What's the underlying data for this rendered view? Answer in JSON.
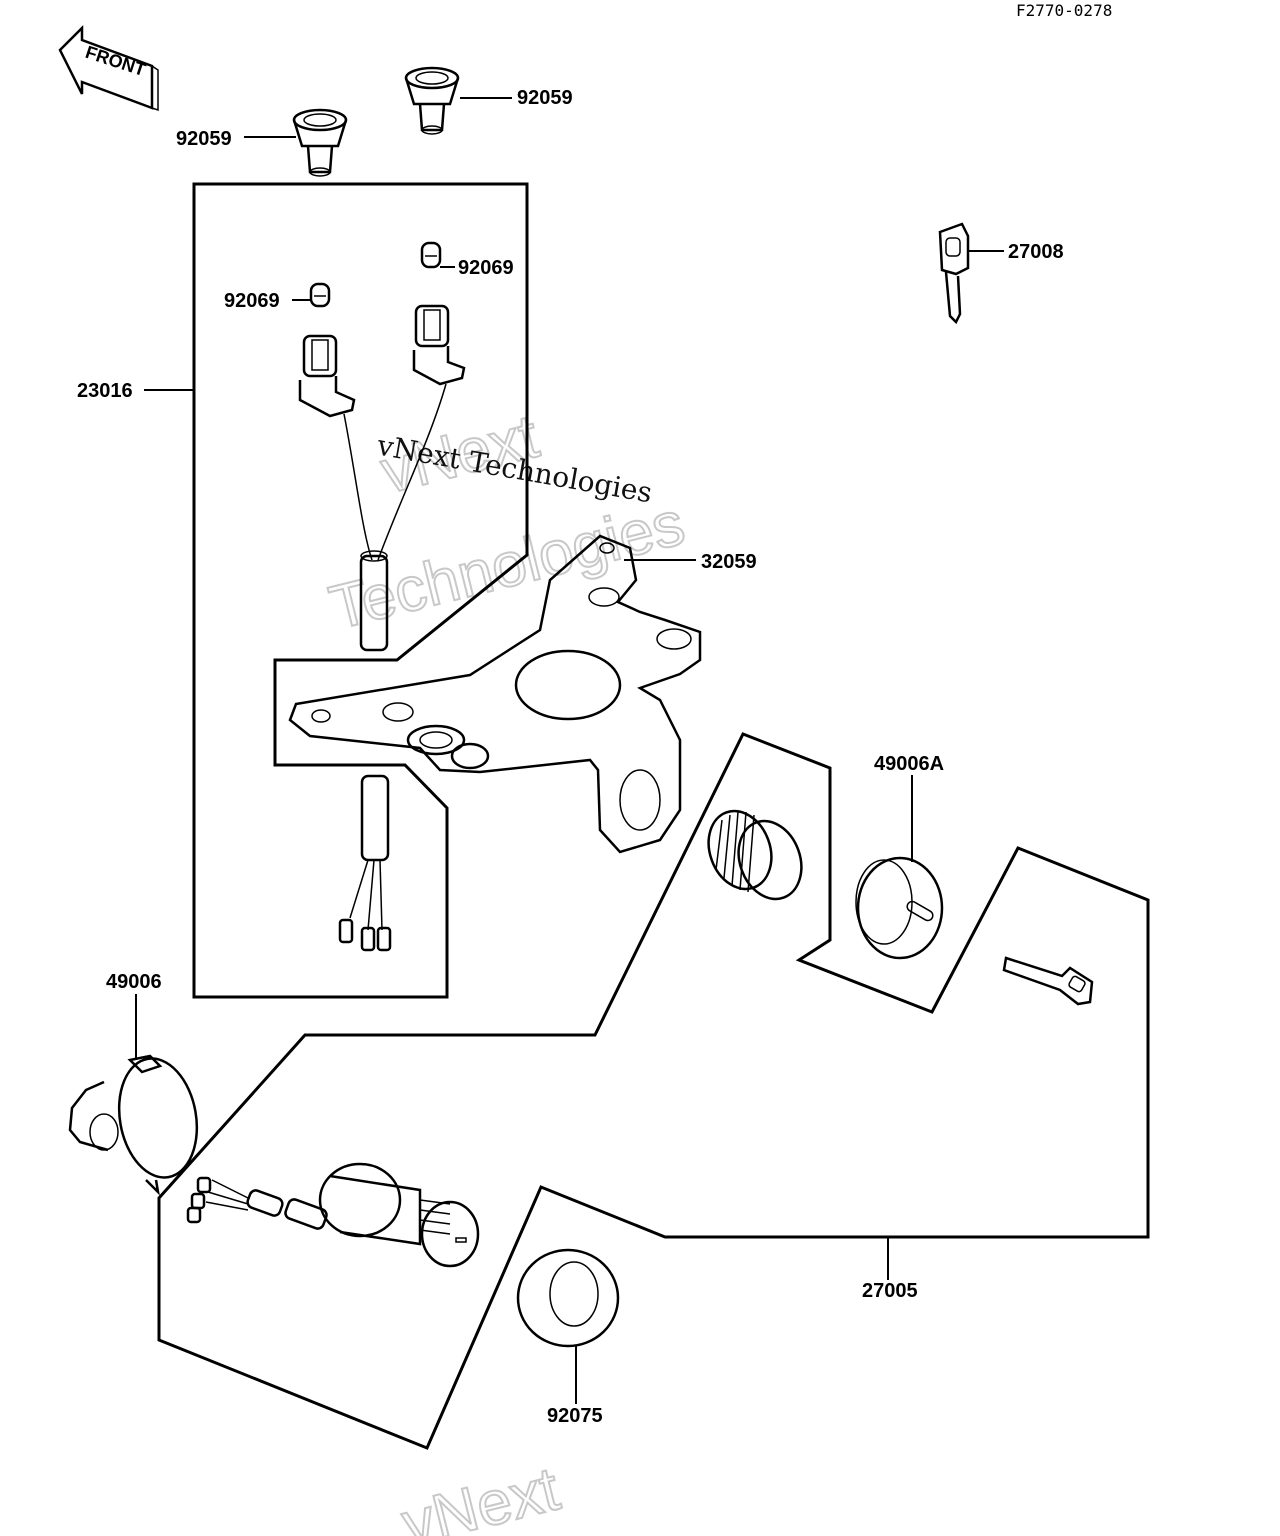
{
  "diagram": {
    "figure_code": "F2770-0278",
    "front_arrow_label": "FRONT",
    "watermarks": {
      "line1": "vNext",
      "line2": "Technologies",
      "overlay_text": "vNext Technologies",
      "bottom": "vNext"
    },
    "callouts": [
      {
        "id": "c1",
        "label": "92059"
      },
      {
        "id": "c2",
        "label": "92059"
      },
      {
        "id": "c3",
        "label": "92069"
      },
      {
        "id": "c4",
        "label": "92069"
      },
      {
        "id": "c5",
        "label": "23016"
      },
      {
        "id": "c6",
        "label": "27008"
      },
      {
        "id": "c7",
        "label": "32059"
      },
      {
        "id": "c8",
        "label": "49006A"
      },
      {
        "id": "c9",
        "label": "49006"
      },
      {
        "id": "c10",
        "label": "27005"
      },
      {
        "id": "c11",
        "label": "92075"
      }
    ]
  }
}
